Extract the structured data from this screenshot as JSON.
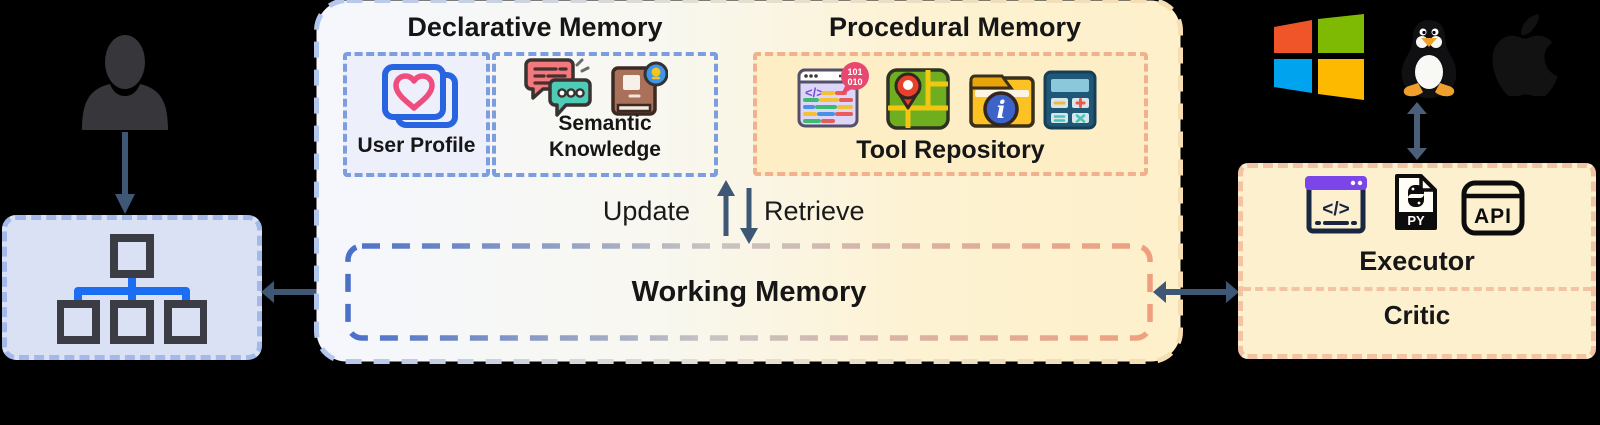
{
  "memory_panel": {
    "declarative_title": "Declarative Memory",
    "procedural_title": "Procedural Memory",
    "user_profile_label": "User Profile",
    "semantic_line1": "Semantic",
    "semantic_line2": "Knowledge",
    "tool_repository_label": "Tool Repository",
    "code_bubble_line1": "101",
    "code_bubble_line2": "010",
    "update_label": "Update",
    "retrieve_label": "Retrieve",
    "working_memory_title": "Working Memory"
  },
  "agent_panel": {
    "executor_label": "Executor",
    "critic_label": "Critic",
    "code_tag_glyph": "</>",
    "python_badge": "PY",
    "api_badge": "API",
    "info_glyph": "i"
  },
  "icons": {
    "user": "person-silhouette-icon",
    "planner": "hierarchy-org-chart-icon",
    "user_profile": "heart-cards-icon",
    "semantic_chat": "chat-bubbles-icon",
    "semantic_book": "book-lightbulb-icon",
    "tool_code": "code-window-icon",
    "tool_map": "map-pin-icon",
    "tool_folder": "info-folder-icon",
    "tool_calculator": "calculator-icon",
    "os_windows": "windows-logo-icon",
    "os_linux": "tux-penguin-icon",
    "os_apple": "apple-logo-icon",
    "executor_code": "code-tag-window-icon",
    "executor_python": "python-file-icon",
    "executor_api": "api-badge-icon"
  },
  "colors": {
    "background": "#000000",
    "arrow": "#3e5775",
    "blue_dashed_border": "#7d9de1",
    "left_box_fill": "#dbe1f4",
    "left_box_border": "#a2b9e9",
    "salmon_dashed_border": "#f1b18e",
    "tool_box_fill": "#fdeec6",
    "right_box_fill": "#fcf0cf",
    "right_box_border": "#f2c4a4",
    "panel_gradient_left": "#f5f7fd",
    "panel_gradient_right": "#fdf0ca",
    "wm_border_left": "#4a70c8",
    "wm_border_right": "#ef9f7e",
    "heart_pink": "#ee4d7e",
    "card_blue": "#2964e0",
    "link_blue": "#1b6df2"
  }
}
